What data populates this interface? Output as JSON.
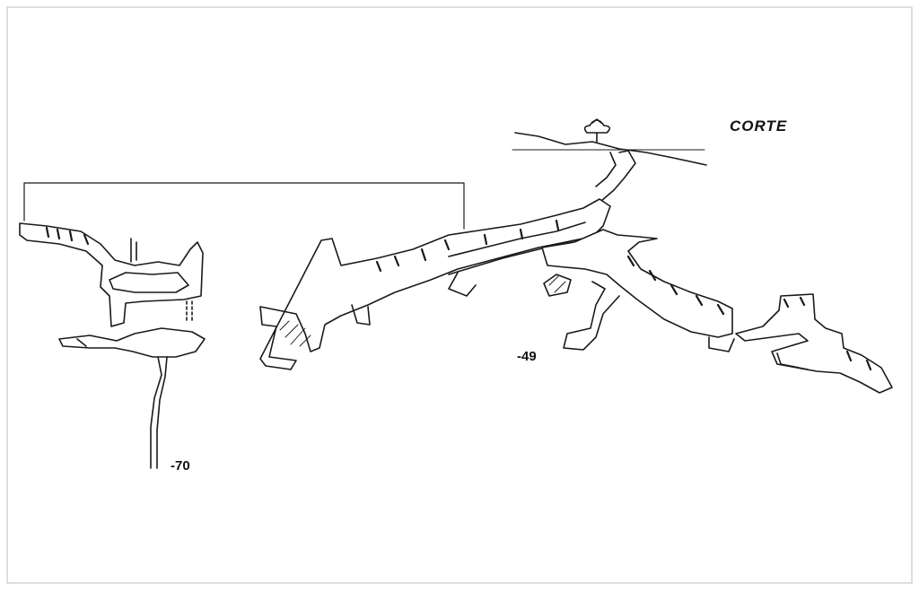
{
  "diagram": {
    "title": "CORTE",
    "depth_labels": {
      "right_section": "-49",
      "left_section": "-70"
    }
  }
}
